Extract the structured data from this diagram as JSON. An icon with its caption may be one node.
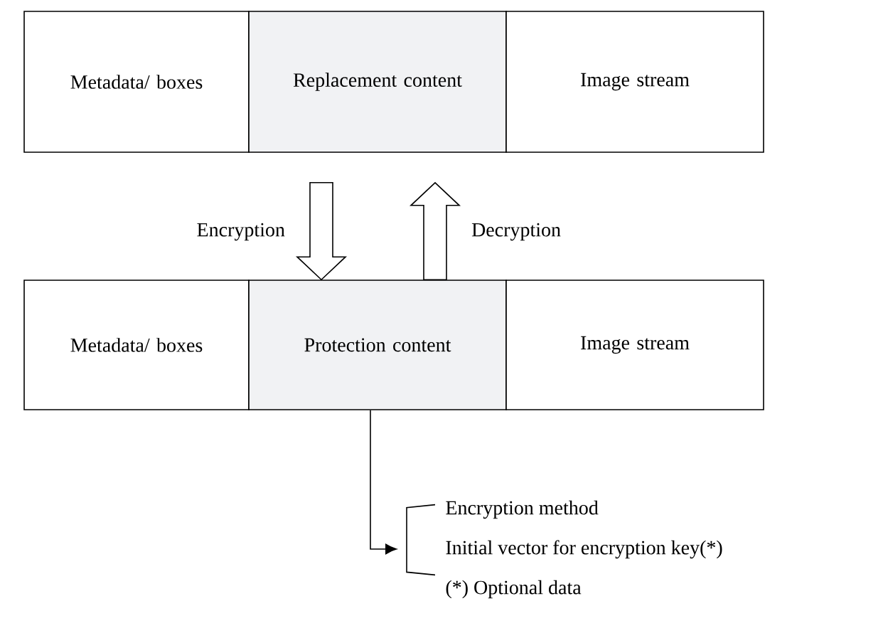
{
  "diagram": {
    "nodes": [
      {
        "text": [
          "Metadata/ boxes"
        ]
      },
      {
        "text": [
          "Replacement content"
        ]
      },
      {
        "text": [
          "Image stream"
        ]
      },
      {
        "text": [
          "Metadata/ boxes"
        ]
      },
      {
        "text": [
          "Protection content"
        ]
      },
      {
        "text": [
          "Image stream"
        ]
      },
      {
        "text": [
          "Encryption method",
          "Initial vector for encryption key(*)",
          "(*) Optional data"
        ]
      }
    ],
    "edges": [
      {
        "from": 1,
        "to": 4,
        "arrow": "to",
        "label": "Encryption",
        "style": "thick"
      },
      {
        "from": 4,
        "to": 1,
        "arrow": "to",
        "label": "Decryption",
        "style": "thick"
      },
      {
        "from": 4,
        "to": 6,
        "arrow": "to"
      }
    ]
  }
}
